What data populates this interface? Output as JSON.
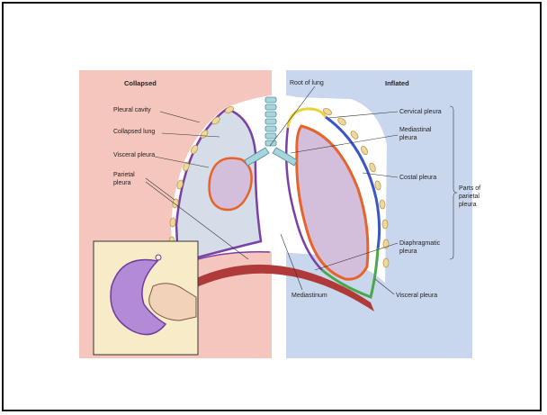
{
  "left_panel": {
    "header": "Collapsed",
    "labels": {
      "pleural_cavity": "Pleural cavity",
      "collapsed_lung": "Collapsed lung",
      "visceral_pleura": "Visceral pleura",
      "parietal_line1": "Parietal",
      "parietal_line2": "pleura"
    }
  },
  "right_panel": {
    "header": "Inflated",
    "labels": {
      "root_of_lung": "Root of lung",
      "cervical_pleura": "Cervical pleura",
      "mediastinal_line1": "Mediastinal",
      "mediastinal_line2": "pleura",
      "costal_pleura": "Costal pleura",
      "parts_line1": "Parts of",
      "parts_line2": "parietal",
      "parts_line3": "pleura",
      "diaphragmatic_line1": "Diaphragmatic",
      "diaphragmatic_line2": "pleura",
      "mediastinum": "Mediastinum",
      "visceral_pleura": "Visceral pleura"
    }
  },
  "colors": {
    "left_bg": "#f4c6bd",
    "right_bg": "#c9d7ee",
    "lung_fill": "#d3bfdc",
    "parietal": "#7b3fa6",
    "visceral": "#e8632a",
    "cervical": "#e8d23a",
    "costal": "#3a55c8",
    "diaphragmatic": "#4aa84a",
    "rib": "#f0d79a",
    "diaphragm": "#b03a3a"
  }
}
